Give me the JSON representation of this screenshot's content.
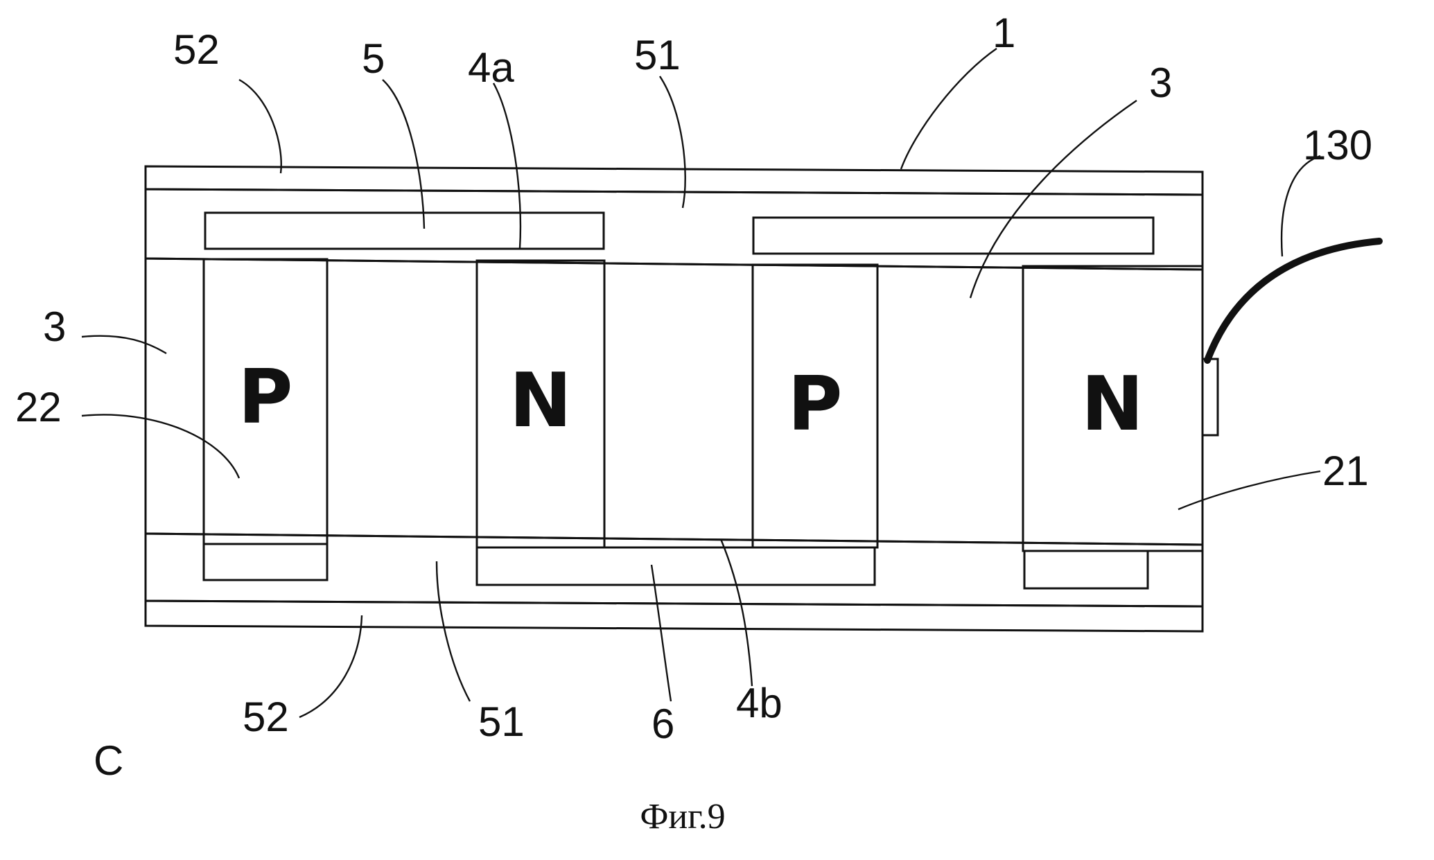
{
  "figure": {
    "caption": "Фиг.9",
    "corner_label": "C",
    "semiconductors": [
      {
        "type_label": "P"
      },
      {
        "type_label": "N"
      },
      {
        "type_label": "P"
      },
      {
        "type_label": "N"
      }
    ],
    "reference_labels": {
      "substrate_top_left": "52",
      "electrode_top": "5",
      "bond_top": "4a",
      "resin_top": "51",
      "substrate_top": "1",
      "filler_top": "3",
      "lead_wire": "130",
      "filler_left": "3",
      "p_element": "22",
      "n_element": "21",
      "substrate_bottom": "52",
      "resin_bottom": "51",
      "electrode_bottom": "6",
      "bond_bottom": "4b"
    }
  }
}
